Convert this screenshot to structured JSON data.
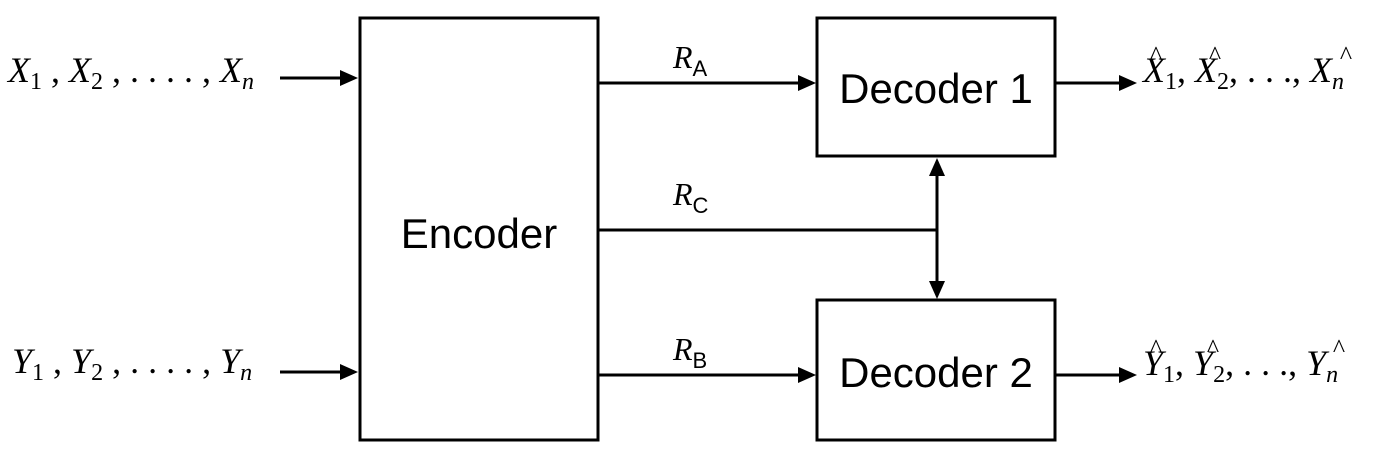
{
  "blocks": {
    "encoder": "Encoder",
    "decoder1": "Decoder 1",
    "decoder2": "Decoder 2"
  },
  "inputs": {
    "x": {
      "symbol": "X",
      "first": "1",
      "second": "2",
      "last": "n",
      "ellipsis": ". . . ."
    },
    "y": {
      "symbol": "Y",
      "first": "1",
      "second": "2",
      "last": "n",
      "ellipsis": ". . . ."
    }
  },
  "outputs": {
    "x_hat": {
      "symbol": "X",
      "hat": "^",
      "first": "1",
      "second": "2",
      "last": "n",
      "ellipsis": ". . ."
    },
    "y_hat": {
      "symbol": "Y",
      "hat": "^",
      "first": "1",
      "second": "2",
      "last": "n",
      "ellipsis": ". . ."
    }
  },
  "rates": {
    "a": {
      "symbol": "R",
      "sub": "A"
    },
    "b": {
      "symbol": "R",
      "sub": "B"
    },
    "c": {
      "symbol": "R",
      "sub": "C"
    }
  },
  "colors": {
    "stroke": "#000000",
    "background": "#ffffff"
  }
}
